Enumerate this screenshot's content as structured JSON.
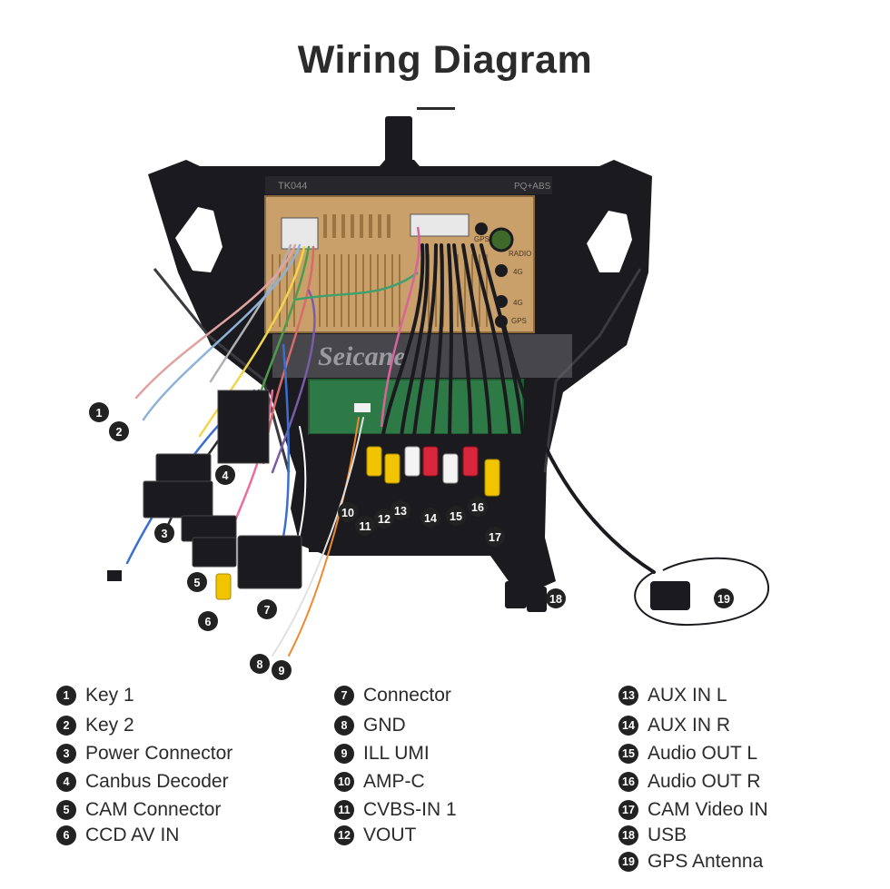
{
  "title": "Wiring Diagram",
  "unit": {
    "model_label": "TK044",
    "model_label_right": "PQ+ABS",
    "port_labels": [
      "GPS",
      "RADIO",
      "4G",
      "4G",
      "GPS"
    ],
    "watermark": "Seicane"
  },
  "callouts": [
    "1",
    "2",
    "3",
    "4",
    "5",
    "6",
    "7",
    "8",
    "9",
    "10",
    "11",
    "12",
    "13",
    "14",
    "15",
    "16",
    "17",
    "18",
    "19"
  ],
  "legend": {
    "col1": [
      {
        "num": "1",
        "label": "Key 1"
      },
      {
        "num": "2",
        "label": "Key 2"
      },
      {
        "num": "3",
        "label": "Power Connector"
      },
      {
        "num": "4",
        "label": "Canbus Decoder"
      },
      {
        "num": "5",
        "label": "CAM Connector"
      },
      {
        "num": "6",
        "label": "CCD AV IN"
      }
    ],
    "col2": [
      {
        "num": "7",
        "label": "Connector"
      },
      {
        "num": "8",
        "label": "GND"
      },
      {
        "num": "9",
        "label": "ILL UMI"
      },
      {
        "num": "10",
        "label": "AMP-C"
      },
      {
        "num": "11",
        "label": "CVBS-IN 1"
      },
      {
        "num": "12",
        "label": "VOUT"
      }
    ],
    "col3": [
      {
        "num": "13",
        "label": "AUX IN L"
      },
      {
        "num": "14",
        "label": "AUX IN R"
      },
      {
        "num": "15",
        "label": "Audio OUT L"
      },
      {
        "num": "16",
        "label": "Audio OUT R"
      },
      {
        "num": "17",
        "label": "CAM Video IN"
      },
      {
        "num": "18",
        "label": "USB"
      },
      {
        "num": "19",
        "label": "GPS Antenna"
      }
    ]
  },
  "colors": {
    "frame": "#1b1b1f",
    "board": "#c9a06a",
    "board_dark": "#9c7442",
    "pcb": "#2e7a46",
    "rca_yellow": "#f2c400",
    "rca_red": "#d8263a",
    "rca_white": "#f4f4f4",
    "callout_bg": "#222222"
  }
}
